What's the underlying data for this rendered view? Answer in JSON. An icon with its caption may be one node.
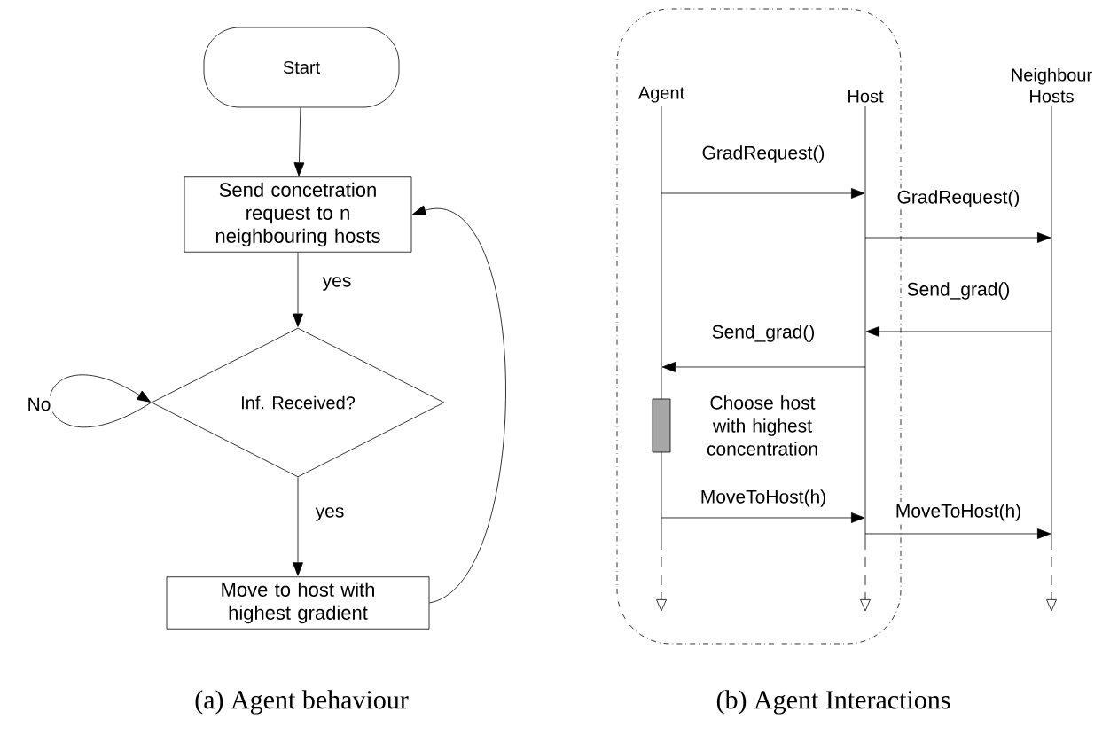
{
  "diagram": {
    "nodes": [
      {
        "text": [
          "Start"
        ]
      },
      {
        "text": [
          "Send concetration request to n neighbouring hosts"
        ]
      },
      {
        "text": [
          "Inf. Received?"
        ]
      },
      {
        "text": [
          "Move to host with highest gradient"
        ]
      },
      {
        "text": [],
        "shape": "box"
      },
      {
        "text": [
          "Agent"
        ],
        "in": 4
      },
      {
        "text": [
          "Host"
        ],
        "in": 4
      },
      {
        "text": [
          "Neighbour Hosts"
        ]
      },
      {
        "text": [],
        "shape": "bar",
        "in": 5,
        "beside": [
          "Choose host with highest concentration"
        ]
      }
    ],
    "edges": [
      {
        "from": 0,
        "to": 1,
        "arrow": "to"
      },
      {
        "from": 1,
        "to": 2,
        "arrow": "to",
        "label": "yes"
      },
      {
        "from": 2,
        "to": 2,
        "arrow": "to",
        "label": "No"
      },
      {
        "from": 2,
        "to": 3,
        "arrow": "to",
        "label": "yes"
      },
      {
        "from": 3,
        "to": 1,
        "arrow": "to"
      },
      {
        "from": 5,
        "to": 6,
        "arrow": "to",
        "label": "GradRequest()"
      },
      {
        "from": 6,
        "to": 7,
        "arrow": "to",
        "label": "GradRequest()"
      },
      {
        "from": 7,
        "to": 6,
        "arrow": "to",
        "label": "Send_grad()"
      },
      {
        "from": 6,
        "to": 5,
        "arrow": "to",
        "label": "Send_grad()"
      },
      {
        "from": 5,
        "to": 6,
        "arrow": "to",
        "label": "MoveToHost(h)"
      },
      {
        "from": 6,
        "to": 7,
        "arrow": "to",
        "label": "MoveToHost(h)"
      }
    ],
    "labels": [
      "(a) Agent behaviour",
      "(b) Agent Interactions"
    ]
  }
}
